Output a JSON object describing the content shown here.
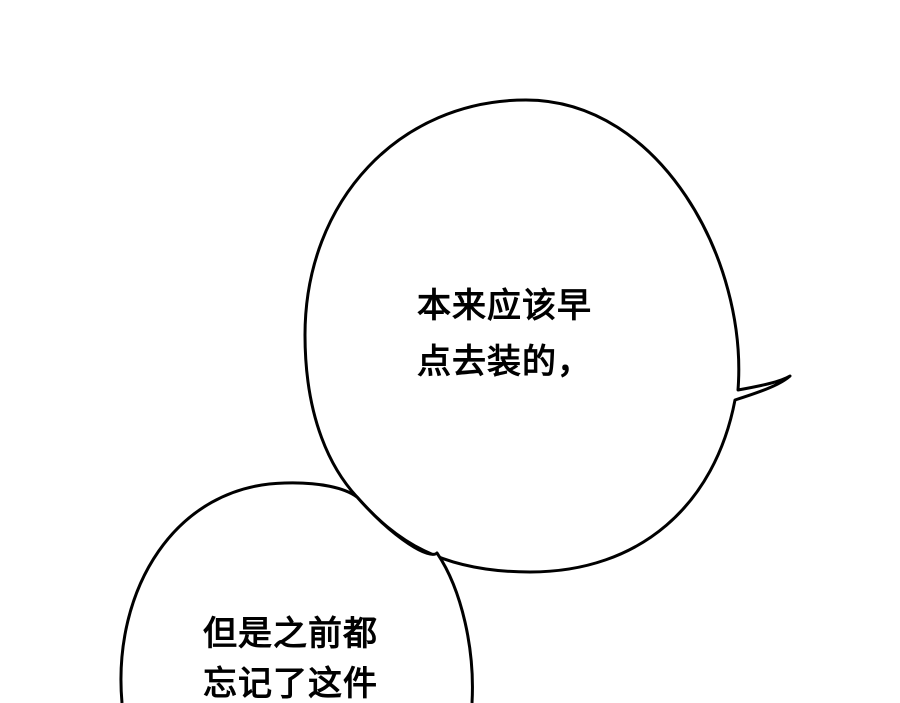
{
  "bubbles": [
    {
      "lines": [
        "本来应该早",
        "点去装的，"
      ]
    },
    {
      "lines": [
        "但是之前都",
        "忘记了这件"
      ]
    }
  ]
}
